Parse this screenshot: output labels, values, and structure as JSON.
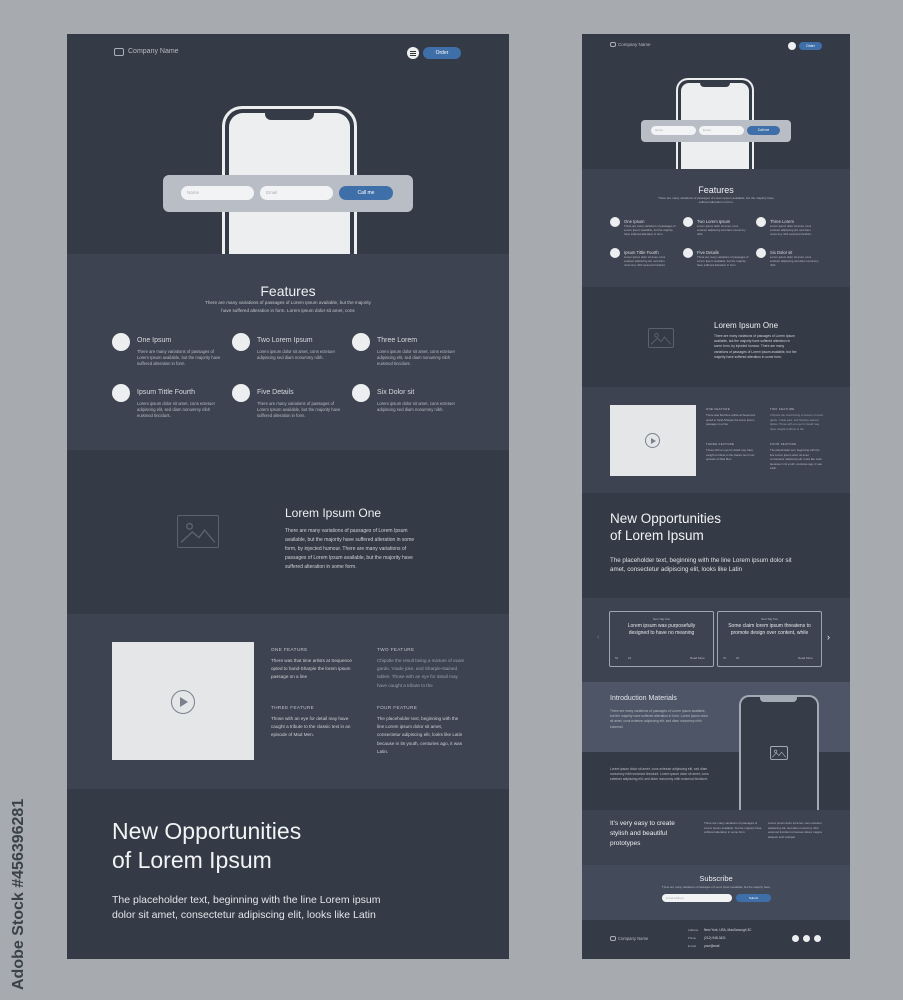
{
  "desktop": {
    "header": {
      "company": "Company Name",
      "order_label": "Order"
    },
    "hero": {
      "name_placeholder": "Name",
      "email_placeholder": "Email",
      "call_label": "Call me"
    },
    "features": {
      "title": "Features",
      "subtitle": "There are many variations of passages of Lorem Ipsum available, but the majority have suffered alteration in form. Lorem ipsum dolor sit amet, cons",
      "items": [
        {
          "title": "One Ipsum",
          "text": "There are many variations of passages of Lorem Ipsum available, but the majority have suffered alteration in form."
        },
        {
          "title": "Two Lorem Ipsum",
          "text": "Lorem ipsum dolor sit amet, cons ectetuer adipiscing sed diam nonummy nibh."
        },
        {
          "title": "Three Lorem",
          "text": "Lorem ipsum dolor sit amet, cons ectetuer adipiscing elit, sed diam nonummy nibh euismod tincidunt."
        },
        {
          "title": "Ipsum Tittle Fourth",
          "text": "Lorem ipsum dolor sit amet, cons ectetuer adipiscing elit, sed diam nonummy nibh euismod tincidunt."
        },
        {
          "title": "Five Details",
          "text": "There are many variations of passages of Lorem Ipsum available, but the majority have suffered alteration in form."
        },
        {
          "title": "Six Dolor sit",
          "text": "Lorem ipsum dolor sit amet, cons ectetuer adipiscing sed diam nonummy nibh."
        }
      ]
    },
    "lorem_one": {
      "title": "Lorem Ipsum One",
      "text": "There are many variations of passages of Lorem Ipsum available, but the majority have suffered alteration in some form, by injected humour. There are many variations of passages of Lorem Ipsum available, but the majority have suffered alteration in some form."
    },
    "video_features": [
      {
        "label": "ONE FEATURE",
        "text": "There was that time artists at Sequence opted to hand-Sharpie the lorem ipsum passage on a line"
      },
      {
        "label": "TWO FEATURE",
        "text": "Chipotle the result being a mixture of exam garde, 'made joke, and Sharpie-stained tables. Those with an eye for detail may have caught a tribute to the"
      },
      {
        "label": "THREE FEATURE",
        "text": "Those with an eye for detail may have caught a tribute to the classic text in an episode of Mad Men."
      },
      {
        "label": "FOUR FEATURE",
        "text": "The placeholder text, beginning with the line Lorem ipsum dolor sit amet, consectetur adipiscing elit, looks like Latin because in its youth, centuries ago, it was Latin."
      }
    ],
    "opportunities": {
      "title_line1": "New Opportunities",
      "title_line2": "of Lorem Ipsum",
      "text_line1": "The placeholder text, beginning with the line Lorem ipsum",
      "text_line2": "dolor sit amet, consectetur adipiscing elit, looks like Latin"
    }
  },
  "mobile": {
    "header": {
      "company": "Company Name",
      "order_label": "Order"
    },
    "hero": {
      "name_placeholder": "Name",
      "email_placeholder": "Email",
      "call_label": "Call me"
    },
    "features": {
      "title": "Features",
      "subtitle": "There are many variations of passages of Lorem Ipsum available, but the majority have suffered alteration in form.",
      "items": [
        {
          "title": "One Ipsum",
          "text": "There are many variations of passages of Lorem Ipsum available, but the majority have suffered alteration in form."
        },
        {
          "title": "Two Lorem Ipsum",
          "text": "Lorem ipsum dolor sit amet, cons ectetuer adipiscing sed diam nonummy nibh."
        },
        {
          "title": "Three Lorem",
          "text": "Lorem ipsum dolor sit amet, cons ectetuer adipiscing elit, sed diam nonummy nibh euismod tincidunt."
        },
        {
          "title": "Ipsum Tittle Fourth",
          "text": "Lorem ipsum dolor sit amet, cons ectetuer adipiscing elit, sed diam nonummy nibh euismod tincidunt."
        },
        {
          "title": "Five Details",
          "text": "There are many variations of passages of Lorem Ipsum available, but the majority have suffered alteration in form."
        },
        {
          "title": "Six Dolor sit",
          "text": "Lorem ipsum dolor sit amet, cons ectetuer adipiscing sed diam nonummy nibh."
        }
      ]
    },
    "lorem_one": {
      "title": "Lorem Ipsum One",
      "text": "There are many variations of passages of Lorem Ipsum available, but the majority have suffered alteration in some form, by injected humour. There are many variations of passages of Lorem Ipsum available, but the majority have suffered alteration in some form."
    },
    "video_features": [
      {
        "label": "ONE FEATURE",
        "text": "There was that time artists at Sequence opted to hand-Sharpie the lorem ipsum passage on a line"
      },
      {
        "label": "TWO FEATURE",
        "text": "Chipotle the result being a mixture of exam garde, 'made joke, and Sharpie-stained tables. Those with an eye for detail may have caught a tribute to the"
      },
      {
        "label": "THREE FEATURE",
        "text": "Those with an eye for detail may have caught a tribute to the classic text in an episode of Mad Men."
      },
      {
        "label": "FOUR FEATURE",
        "text": "The placeholder text, beginning with the line Lorem ipsum dolor sit amet, consectetur adipiscing elit, looks like Latin because in its youth, centuries ago, it was Latin."
      }
    ],
    "opportunities": {
      "title_line1": "New Opportunities",
      "title_line2": "of Lorem Ipsum",
      "text": "The placeholder text, beginning with the line Lorem ipsum dolor sit amet, consectetur adipiscing elit, looks like Latin"
    },
    "cards": [
      {
        "tag": "Next Tag One",
        "text": "Lorem ipsum was purposefully designed to have no meaning",
        "likes": "54",
        "comments": "24",
        "read_more": "Read More"
      },
      {
        "tag": "Next Tag Two",
        "text": "Some claim lorem ipsum threatens to promote design over content, while",
        "likes": "70",
        "comments": "26",
        "read_more": "Read More"
      }
    ],
    "intro": {
      "title": "Introduction Materials",
      "text": "There are many variations of passages of Lorem Ipsum available, but the majority have suffered alteration in form. Lorem ipsum dolor sit amet, cons ectetuer adipiscing elit, sed diam nonummy nibh euismod.",
      "text2": "Lorem ipsum dolor sit amet, cons ectetuer adipiscing elit, sed diam nonummy nibh euismod tincidunt. Lorem ipsum dolor sit amet, cons ectetuer adipiscing elit, sed diam nonummy nibh euismod tincidunt."
    },
    "easy": {
      "title_line1": "It's very easy to create",
      "title_line2": "stylish and beautiful",
      "title_line3": "prototypes",
      "col1": "There are many variations of passages of Lorem Ipsum available, but the majority have suffered alteration in some form.",
      "col2": "Lorem ipsum dolor sit amet, cons ectetuer adipiscing elit, sed diam nonummy nibh euismod tincidunt ut laoreet dolore magna aliquam erat volutpat."
    },
    "subscribe": {
      "title": "Subscribe",
      "subtitle": "There are many variations of passages of Lorem Ipsum available, but the majority have",
      "email_placeholder": "Email address",
      "submit_label": "Submit"
    },
    "footer": {
      "company": "Company Name",
      "address_label": "Address",
      "address": "New York, USA, MacDonough 3C",
      "phone_label": "Phone",
      "phone": "(212) 948-3421",
      "email_label": "E-mail",
      "email": "your@mail"
    }
  },
  "stock": {
    "watermark": "Adobe Stock",
    "id": "#456396281"
  }
}
